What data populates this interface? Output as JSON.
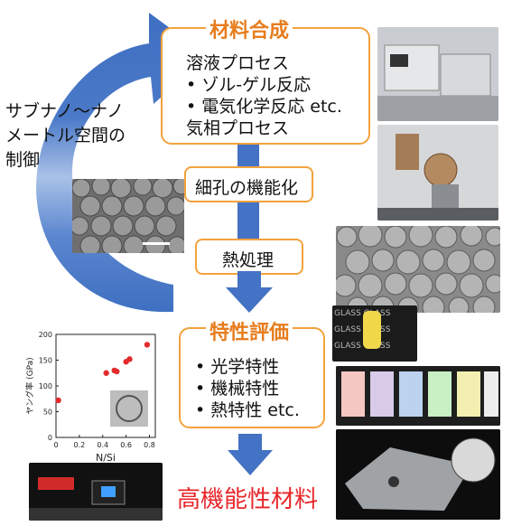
{
  "left_caption": [
    "サブナノ〜ナノ",
    "メートル空間の",
    "制御"
  ],
  "synthesis": {
    "title": "材料合成",
    "lines": [
      "溶液プロセス",
      "•  ゾル-ゲル反応",
      "•  電気化学反応 etc.",
      "気相プロセス"
    ]
  },
  "step1": "細孔の機能化",
  "step2": "熱処理",
  "evaluation": {
    "title": "特性評価",
    "items": [
      "•  光学特性",
      "•  機械特性",
      "•  熱特性 etc."
    ]
  },
  "result": "高機能性材料",
  "colors": {
    "arrow": "#4472c4",
    "arrow_light": "#a8c0e6",
    "box_border": "#f2a23c",
    "title": "#e77d1e",
    "result": "#e8262a",
    "points": "#e32b2b"
  },
  "chart_data": {
    "type": "scatter",
    "xlabel": "N/Si",
    "ylabel": "ヤング率 (GPa)",
    "xlim": [
      0,
      0.85
    ],
    "ylim": [
      0,
      200
    ],
    "xticks": [
      "0",
      "0.2",
      "0.4",
      "0.6",
      "0.8"
    ],
    "yticks": [
      "0",
      "50",
      "100",
      "150",
      "200"
    ],
    "x": [
      0.02,
      0.43,
      0.5,
      0.52,
      0.6,
      0.63,
      0.78
    ],
    "y": [
      72,
      125,
      130,
      128,
      147,
      152,
      180
    ]
  },
  "glass_text": "GLASS GLASS"
}
